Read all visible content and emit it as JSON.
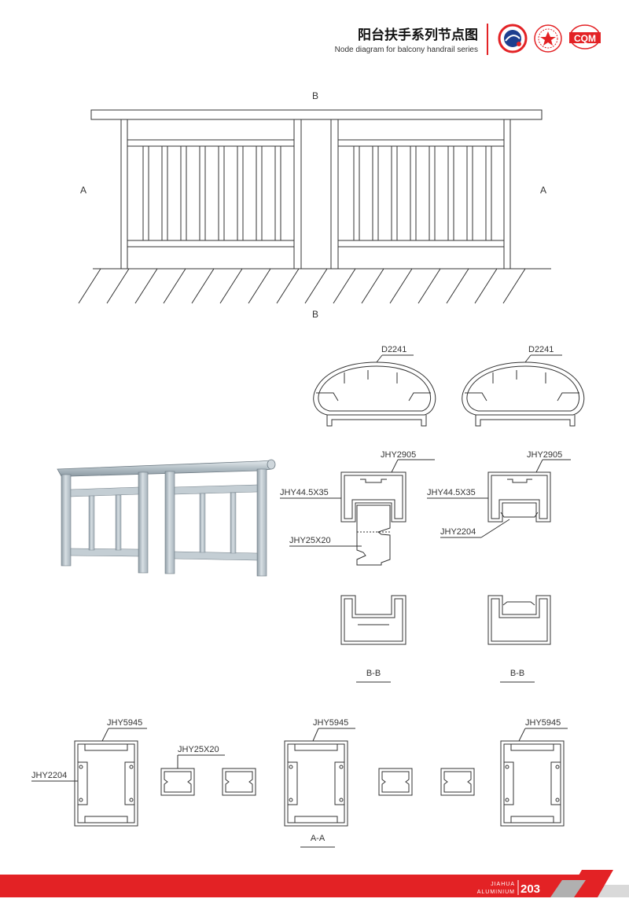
{
  "header": {
    "title_cn": "阳台扶手系列节点图",
    "title_en": "Node diagram for balcony handrail series",
    "logo_cqm": "CQM"
  },
  "elevation": {
    "label_b_top": "B",
    "label_b_bottom": "B",
    "label_a_left": "A",
    "label_a_right": "A"
  },
  "profiles": {
    "d2241_left": "D2241",
    "d2241_right": "D2241",
    "jhy2905_left": "JHY2905",
    "jhy2905_right": "JHY2905",
    "jhy445x35_left": "JHY44.5X35",
    "jhy445x35_right": "JHY44.5X35",
    "jhy25x20_mid": "JHY25X20",
    "jhy2204_mid": "JHY2204",
    "bb_left": "B-B",
    "bb_right": "B-B",
    "jhy5945_1": "JHY5945",
    "jhy5945_2": "JHY5945",
    "jhy5945_3": "JHY5945",
    "jhy25x20_bottom": "JHY25X20",
    "jhy2204_bottom": "JHY2204",
    "aa": "A-A"
  },
  "footer": {
    "brand_line1": "JIAHUA",
    "brand_line2": "ALUMINIUM",
    "page_number": "203"
  },
  "colors": {
    "accent_red": "#e32225",
    "line": "#333333",
    "metal": "#b9c4cb",
    "footer_gray": "#d9d9d9"
  }
}
